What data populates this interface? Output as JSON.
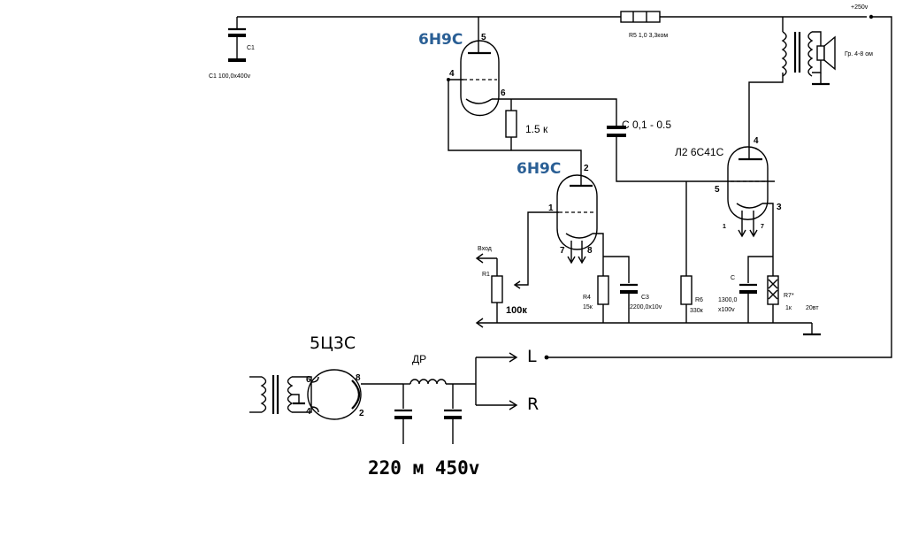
{
  "colors": {
    "tube_label": "#2a5f95",
    "ink": "#000000"
  },
  "supply": {
    "voltage": "+250v"
  },
  "capacitors": {
    "c1_label": "C1",
    "c1_value": "C1 100,0x400v",
    "coupling": "C 0,1 - 0.5",
    "c3": "C3",
    "c3_value": "2200,0x10v",
    "cathode_c": "C",
    "cathode_c_value1": "1300,0",
    "cathode_c_value2": "x100v",
    "filter_value": "220 м 450v"
  },
  "resistors": {
    "r5": "R5 1,0 3,3ком",
    "anode_r": "1.5 к",
    "r1": "R1",
    "r1_value": "100к",
    "r4": "R4",
    "r4_value": "15к",
    "r6": "R6",
    "r6_value": "330к",
    "r7": "R7*",
    "r7_value": "1к",
    "r7_power": "20вт"
  },
  "tubes": {
    "v1": "6Н9С",
    "v2": "6Н9С",
    "output": "Л2 6С41С",
    "rectifier": "5Ц3С"
  },
  "pins": {
    "v1_anode": "5",
    "v1_grid": "4",
    "v1_cathode": "6",
    "v2_anode": "2",
    "v2_grid": "1",
    "v2_heater_a": "7",
    "v2_heater_b": "8",
    "out_anode": "4",
    "out_grid": "5",
    "out_cathode": "3",
    "out_heater_a": "1",
    "out_heater_b": "7",
    "rect_pin_a": "6",
    "rect_pin_b": "4",
    "rect_pin_c": "8",
    "rect_pin_d": "2"
  },
  "labels": {
    "input": "Вход",
    "speaker": "Гр. 4-8 ом",
    "choke": "ДР",
    "out_l": "L",
    "out_r": "R"
  }
}
